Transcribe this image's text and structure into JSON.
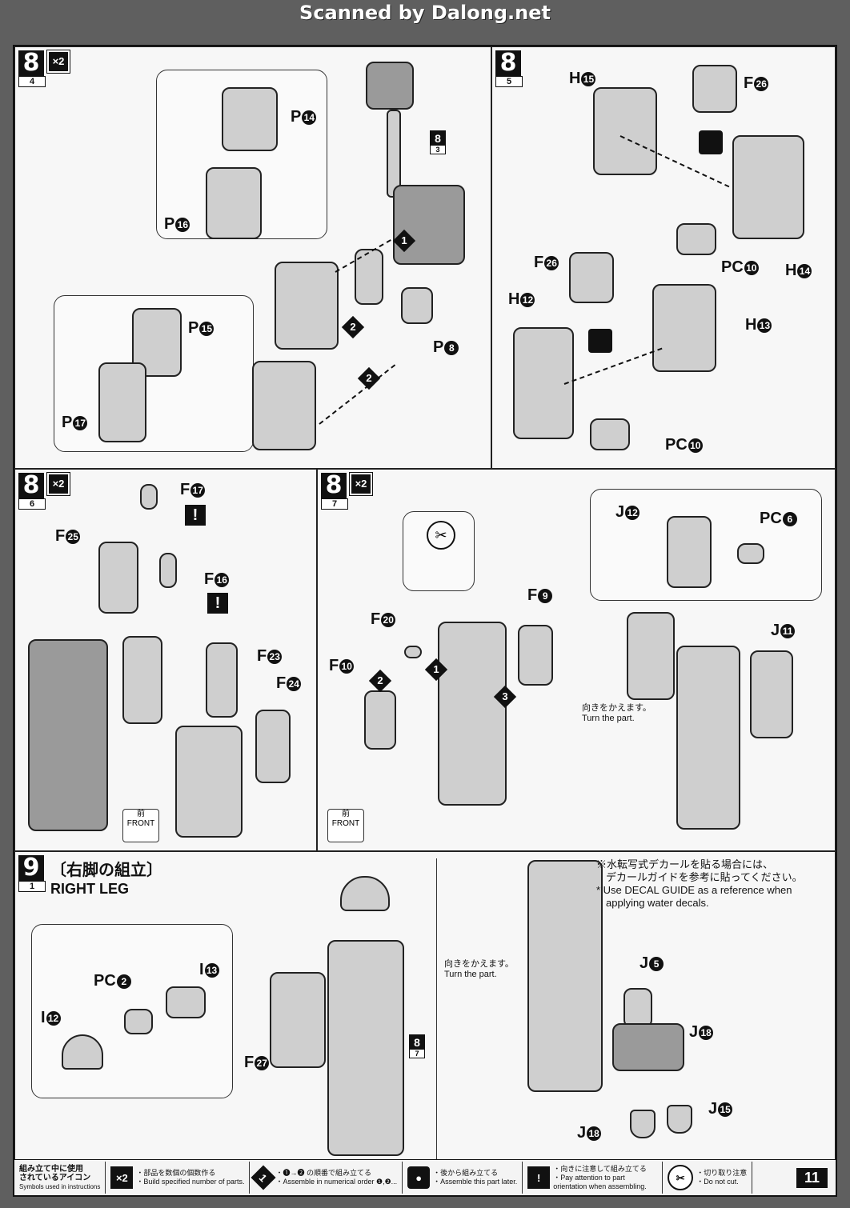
{
  "watermark": "Scanned by Dalong.net",
  "panels": {
    "p84": {
      "step": "8",
      "sub": "4",
      "mult": "×2",
      "labels": {
        "p14": "P",
        "p14n": "14",
        "p16": "P",
        "p16n": "16",
        "p15": "P",
        "p15n": "15",
        "p17": "P",
        "p17n": "17",
        "p8": "P",
        "p8n": "8"
      },
      "ref": {
        "step": "8",
        "sub": "3"
      }
    },
    "p85": {
      "step": "8",
      "sub": "5",
      "labels": {
        "h15": "H",
        "h15n": "15",
        "f26": "F",
        "f26n": "26",
        "pc10": "PC",
        "pc10n": "10",
        "h14": "H",
        "h14n": "14",
        "f26b": "F",
        "f26bn": "26",
        "h12": "H",
        "h12n": "12",
        "h13": "H",
        "h13n": "13",
        "pc10b": "PC",
        "pc10bn": "10"
      }
    },
    "p86": {
      "step": "8",
      "sub": "6",
      "mult": "×2",
      "labels": {
        "f17": "F",
        "f17n": "17",
        "f25": "F",
        "f25n": "25",
        "f16": "F",
        "f16n": "16",
        "f23": "F",
        "f23n": "23",
        "f24": "F",
        "f24n": "24"
      },
      "front": {
        "jp": "前",
        "en": "FRONT"
      }
    },
    "p87": {
      "step": "8",
      "sub": "7",
      "mult": "×2",
      "labels": {
        "f9": "F",
        "f9n": "9",
        "f20": "F",
        "f20n": "20",
        "f10": "F",
        "f10n": "10",
        "j12": "J",
        "j12n": "12",
        "pc6": "PC",
        "pc6n": "6",
        "j11": "J",
        "j11n": "11"
      },
      "turn": {
        "jp": "向きをかえます。",
        "en": "Turn the part."
      },
      "front": {
        "jp": "前",
        "en": "FRONT"
      }
    },
    "p91": {
      "step": "9",
      "sub": "1",
      "title_jp": "〔右脚の組立〕",
      "title_en": "RIGHT LEG",
      "labels": {
        "pc2": "PC",
        "pc2n": "2",
        "i13": "I",
        "i13n": "13",
        "i12": "I",
        "i12n": "12",
        "f27": "F",
        "f27n": "27",
        "j5": "J",
        "j5n": "5",
        "j18": "J",
        "j18n": "18",
        "j15": "J",
        "j15n": "15",
        "j18b": "J",
        "j18bn": "18"
      },
      "ref": {
        "step": "8",
        "sub": "7"
      },
      "turn": {
        "jp": "向きをかえます。",
        "en": "Turn the part."
      },
      "decal_jp1": "※水転写式デカールを貼る場合には、",
      "decal_jp2": "デカールガイドを参考に貼ってください。",
      "decal_en1": "* Use DECAL GUIDE as a reference when",
      "decal_en2": "applying water decals."
    }
  },
  "legend": {
    "title_jp1": "組み立て中に使用",
    "title_jp2": "されているアイコン",
    "title_en": "Symbols used in instructions",
    "items": [
      {
        "icon": "×2",
        "jp": "・部品を数個の個数作る",
        "en": "・Build specified number of parts."
      },
      {
        "icon": "1",
        "jp": "・❶→❷ の順番で組み立てる",
        "en": "・Assemble in numerical order ❶,❷..."
      },
      {
        "icon": "●",
        "jp": "・後から組み立てる",
        "en": "・Assemble this part later."
      },
      {
        "icon": "!",
        "jp": "・向きに注意して組み立てる",
        "en": "・Pay attention to part orientation when assembling."
      },
      {
        "icon": "✂",
        "jp": "・切り取り注意",
        "en": "・Do not cut."
      }
    ],
    "page": "11"
  }
}
